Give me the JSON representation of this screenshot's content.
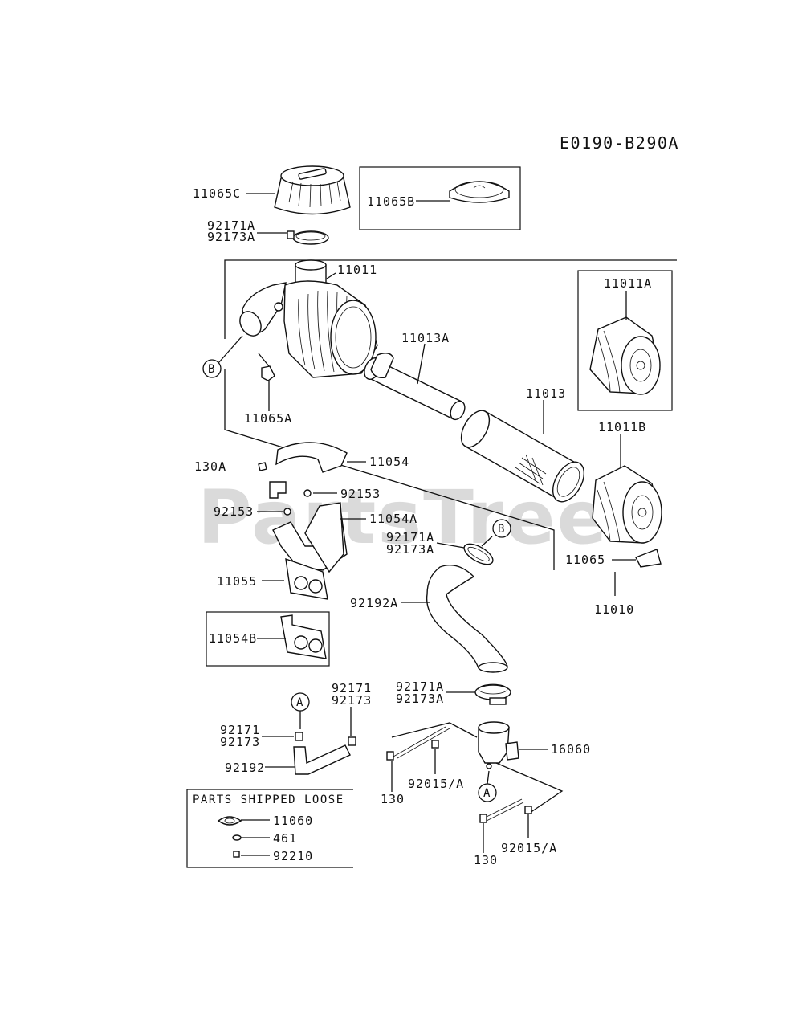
{
  "diagram_code": "E0190-B290A",
  "watermark": "PartsTree",
  "callouts": {
    "b_top": "B",
    "b_hose": "B",
    "a_left": "A",
    "a_bottom": "A"
  },
  "labels": {
    "p11065C": "11065C",
    "p11065B": "11065B",
    "p92171A_top": "92171A",
    "p92173A_top": "92173A",
    "p11011": "11011",
    "p11011A": "11011A",
    "p11013A": "11013A",
    "p11065A": "11065A",
    "p11013": "11013",
    "p11011B": "11011B",
    "p130A": "130A",
    "p11054": "11054",
    "p92153_a": "92153",
    "p92153_b": "92153",
    "p11054A": "11054A",
    "p92171A_mid": "92171A",
    "p92173A_mid": "92173A",
    "p11065": "11065",
    "p11010": "11010",
    "p11055": "11055",
    "p92192A": "92192A",
    "p11054B": "11054B",
    "p92171A_low": "92171A",
    "p92173A_low": "92173A",
    "p92171_right": "92171",
    "p92173_right": "92173",
    "p92171_left": "92171",
    "p92173_left": "92173",
    "p16060": "16060",
    "p92192": "92192",
    "p130_a": "130",
    "p92015A_a": "92015/A",
    "p130_b": "130",
    "p92015A_b": "92015/A"
  },
  "loose_parts": {
    "title": "PARTS SHIPPED LOOSE",
    "items": [
      "11060",
      "461",
      "92210"
    ]
  }
}
